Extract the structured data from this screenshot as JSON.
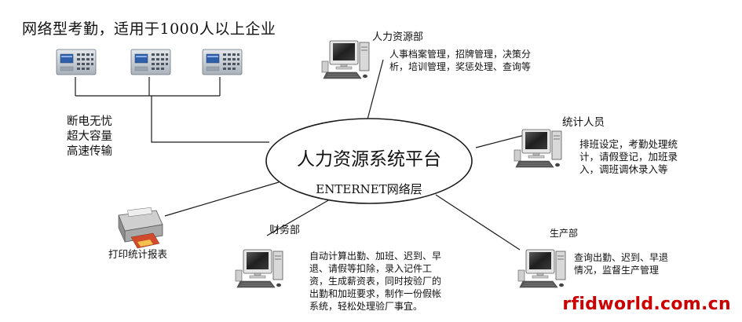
{
  "header": {
    "title": "网络型考勤，适用于1000人以上企业"
  },
  "features": [
    "断电无忧",
    "超大容量",
    "高速传输"
  ],
  "center": {
    "title": "人力资源系统平台",
    "subtitle": "ENTERNET网络层"
  },
  "nodes": {
    "hr": {
      "label": "人力资源部",
      "desc_lines": [
        "人事档案管理，招牌管理，决策分",
        "析，培训管理，奖惩处理、查询等"
      ]
    },
    "stats": {
      "label": "统计人员",
      "desc_lines": [
        "排班设定，考勤处理统",
        "计，请假登记，加班录",
        "入，调班调休录入等"
      ]
    },
    "finance": {
      "label": "财务部",
      "desc_lines": [
        "自动计算出勤、加班、迟到、早",
        "退、请假等扣除，录入记件工",
        "资，生成薪资表，同时按验厂的",
        "出勤和加班要求，制作一份假帐",
        "系统，轻松处理验厂事宜。"
      ]
    },
    "production": {
      "label": "生产部",
      "desc_lines": [
        "查询出勤、迟到、早退",
        "情况，监督生产管理"
      ]
    },
    "printer": {
      "label": "打印统计报表"
    }
  },
  "watermark": "rfidworld.com.cn",
  "colors": {
    "line": "#1a1a1a",
    "terminal_body": "#c7cdd3",
    "terminal_screen": "#2f5fa8",
    "monitor_case": "#dcdcdc",
    "monitor_screen": "#2a2a2a",
    "watermark": "#cc0000"
  },
  "icons": [
    "attendance-terminal-icon",
    "computer-icon",
    "printer-icon"
  ]
}
